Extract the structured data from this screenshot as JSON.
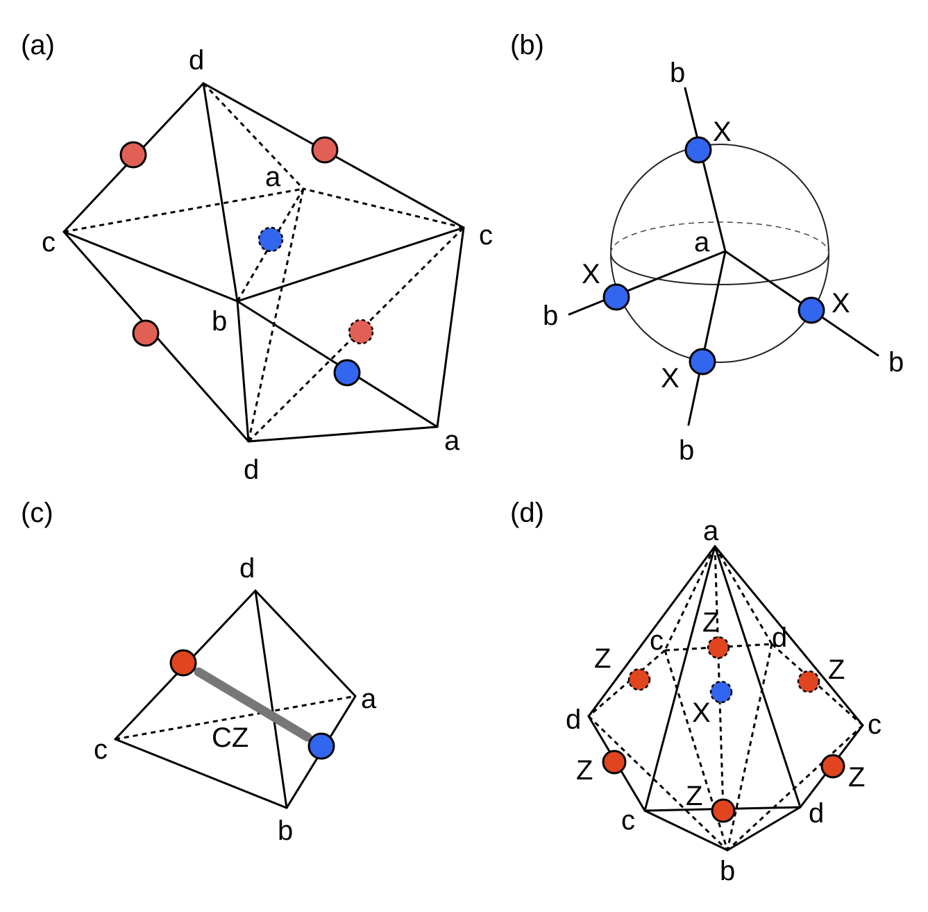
{
  "colors": {
    "red_light": "#e06055",
    "red": "#e04520",
    "blue": "#3366ee",
    "cz_bar": "#777777"
  },
  "panel_a": {
    "tag": "(a)",
    "labels": {
      "top_d": "d",
      "a": "a",
      "left_c": "c",
      "right_c": "c",
      "b": "b",
      "bottom_d": "d",
      "bottom_a": "a"
    }
  },
  "panel_b": {
    "tag": "(b)",
    "labels": {
      "center_a": "a",
      "top_b": "b",
      "top_x": "X",
      "left_x": "X",
      "left_b": "b",
      "right_x": "X",
      "right_b": "b",
      "bottom_x": "X",
      "bottom_b": "b"
    }
  },
  "panel_c": {
    "tag": "(c)",
    "labels": {
      "d": "d",
      "a": "a",
      "c": "c",
      "b": "b",
      "cz": "CZ"
    }
  },
  "panel_d": {
    "tag": "(d)",
    "labels": {
      "a": "a",
      "z_top": "Z",
      "c_upper": "c",
      "d_upper": "d",
      "z_left_upper": "Z",
      "z_right_upper": "Z",
      "d_left": "d",
      "x": "X",
      "c_right": "c",
      "z_left_lower": "Z",
      "z_right_lower": "Z",
      "z_bottom": "Z",
      "c_lower": "c",
      "d_lower": "d",
      "b": "b"
    }
  }
}
